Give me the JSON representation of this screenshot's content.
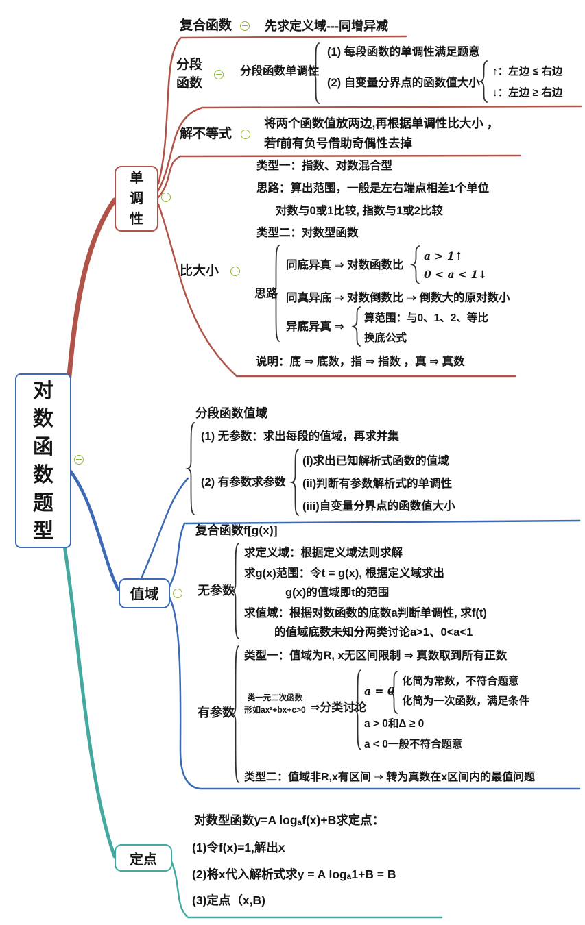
{
  "colors": {
    "red": "#b0544a",
    "blue": "#3d6ab5",
    "teal": "#43a89f",
    "green": "#8fb832",
    "text": "#151515"
  },
  "icons": {
    "collapse": "minus-circle"
  },
  "root": {
    "label": "对数函数题型"
  },
  "mono": {
    "label": "单调性",
    "composite": {
      "label": "复合函数",
      "text": "先求定义域---同增异减"
    },
    "piecewise": {
      "label": "分段函数",
      "prefix": "分段函数单调性",
      "item1": "(1) 每段函数的单调性满足题意",
      "item2": "(2) 自变量分界点的函数值大小",
      "up": "↑：左边 ≤ 右边",
      "down": "↓：左边 ≥ 右边"
    },
    "inequality": {
      "label": "解不等式",
      "line1": "将两个函数值放两边,再根据单调性比大小 ，",
      "line2": "若f前有负号借助奇偶性去掉"
    },
    "compare": {
      "label": "比大小",
      "type1": "类型一：指数、对数混合型",
      "idea1": "思路：算出范围，一般是左右端点相差1个单位",
      "idea1b": "对数与0或1比较, 指数与1或2比较",
      "type2": "类型二：对数型函数",
      "idea2_label": "思路",
      "case1": "同底异真 ⇒ 对数函数比",
      "case1a": "a > 1↑",
      "case1b": "0 < a < 1↓",
      "case2": "同真异底 ⇒ 对数倒数比 ⇒ 倒数大的原对数小",
      "case3": "异底异真 ⇒",
      "case3a": "算范围：与0、1、2、等比",
      "case3b": "换底公式",
      "note": "说明：底 ⇒ 底数，指 ⇒ 指数 ，真 ⇒ 真数"
    }
  },
  "range": {
    "label": "值域",
    "piecewise": {
      "title": "分段函数值域",
      "item1": "(1) 无参数：求出每段的值域，再求并集",
      "item2": "(2) 有参数求参数",
      "sub1": "(i)求出已知解析式函数的值域",
      "sub2": "(ii)判断有参数解析式的单调性",
      "sub3": "(iii)自变量分界点的函数值大小"
    },
    "composite": {
      "title": "复合函数f[g(x)]",
      "noparam_label": "无参数",
      "np1": "求定义域：根据定义域法则求解",
      "np2": "求g(x)范围：令t = g(x), 根据定义域求出",
      "np2b": "g(x)的值域即t的范围",
      "np3": "求值域：根据对数函数的底数a判断单调性, 求f(t)",
      "np3b": "的值域底数未知分两类讨论a>1、0<a<1",
      "param_label": "有参数",
      "p1": "类型一：值域为R, x无区间限制 ⇒ 真数取到所有正数",
      "frac_top": "类一元二次函数",
      "frac_bottom": "形如ax²+bx+c>0",
      "classify": "⇒分类讨论",
      "a0": "a = 0",
      "a0_1": "化简为常数，不符合题意",
      "a0_2": "化简为一次函数，满足条件",
      "apos": "a > 0和Δ ≥ 0",
      "aneg": "a < 0一般不符合题意",
      "p2": "类型二：值域非R,x有区间 ⇒ 转为真数在x区间内的最值问题"
    }
  },
  "fixed": {
    "label": "定点",
    "title": "对数型函数y=A logₐf(x)+B求定点：",
    "step1": "(1)令f(x)=1,解出x",
    "step2": "(2)将x代入解析式求y = A logₐ1+B = B",
    "step3": "(3)定点（x,B)"
  }
}
